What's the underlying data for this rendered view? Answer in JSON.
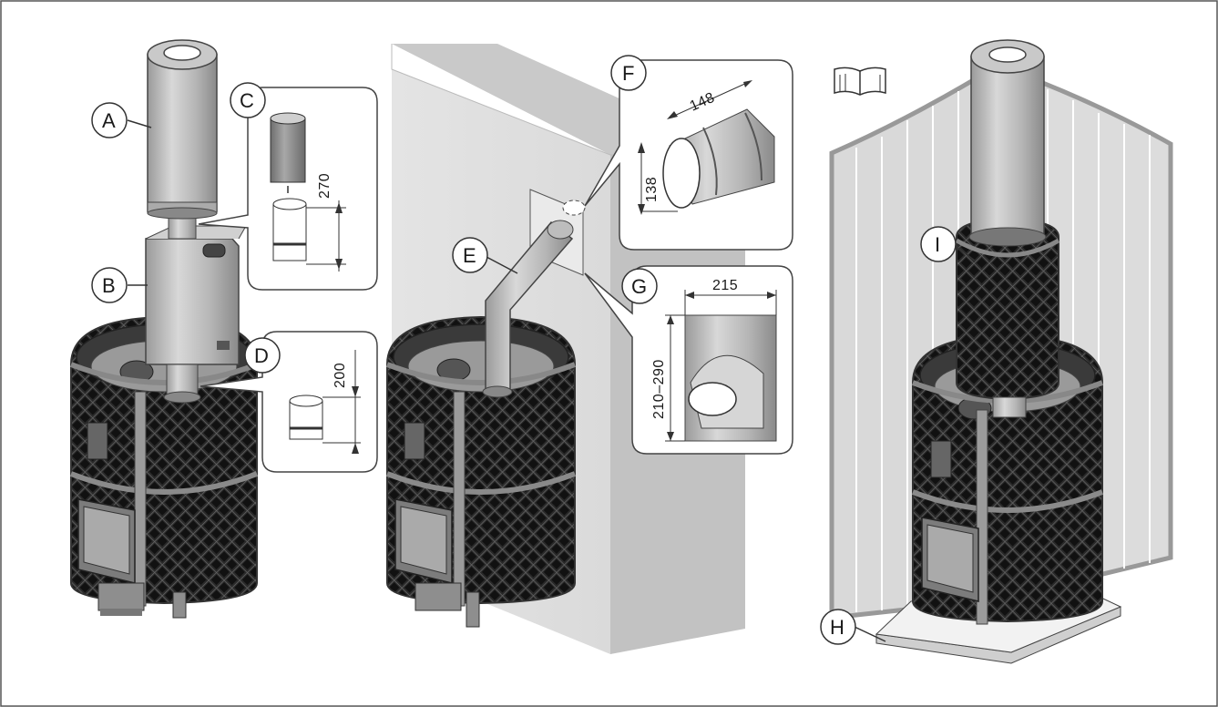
{
  "callouts": {
    "A": "A",
    "B": "B",
    "C": "C",
    "D": "D",
    "E": "E",
    "F": "F",
    "G": "G",
    "H": "H",
    "I": "I"
  },
  "dimensions": {
    "c_height": "270",
    "d_height": "200",
    "f_length": "148",
    "f_diameter": "138",
    "g_width": "215",
    "g_height": "210–290"
  },
  "icons": {
    "manual": "open-book-icon"
  }
}
